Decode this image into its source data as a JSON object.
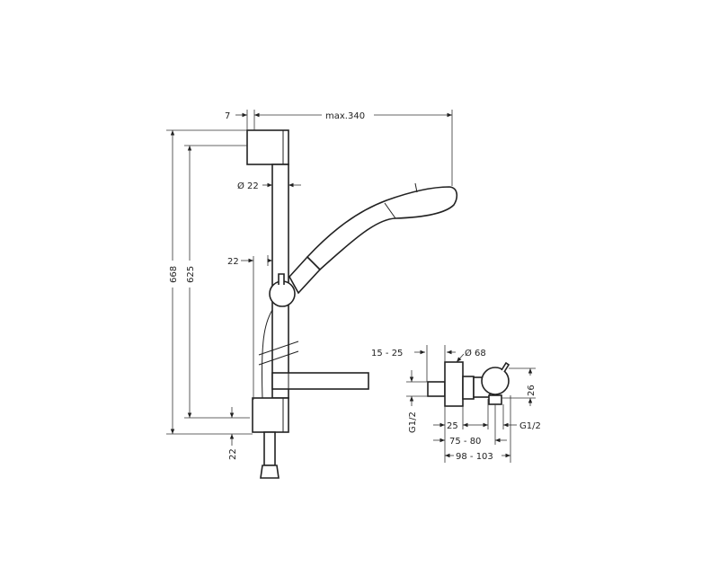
{
  "drawing": {
    "shower_set": {
      "dim_wall_offset": "7",
      "dim_max_reach": "max.340",
      "dim_total_height": "668",
      "dim_bracket_spacing": "625",
      "dim_rail_diameter": "Ø 22",
      "dim_rail_wall_distance": "22",
      "dim_bottom_offset": "22"
    },
    "mixer_valve": {
      "dim_wall_depth": "15 - 25",
      "dim_plate_diameter": "Ø 68",
      "dim_inlet_thread": "G1/2",
      "dim_outlet_height": "26",
      "dim_plate_to_body": "25",
      "dim_outlet_thread": "G1/2",
      "dim_body_depth": "75 - 80",
      "dim_total_depth": "98 - 103"
    }
  }
}
